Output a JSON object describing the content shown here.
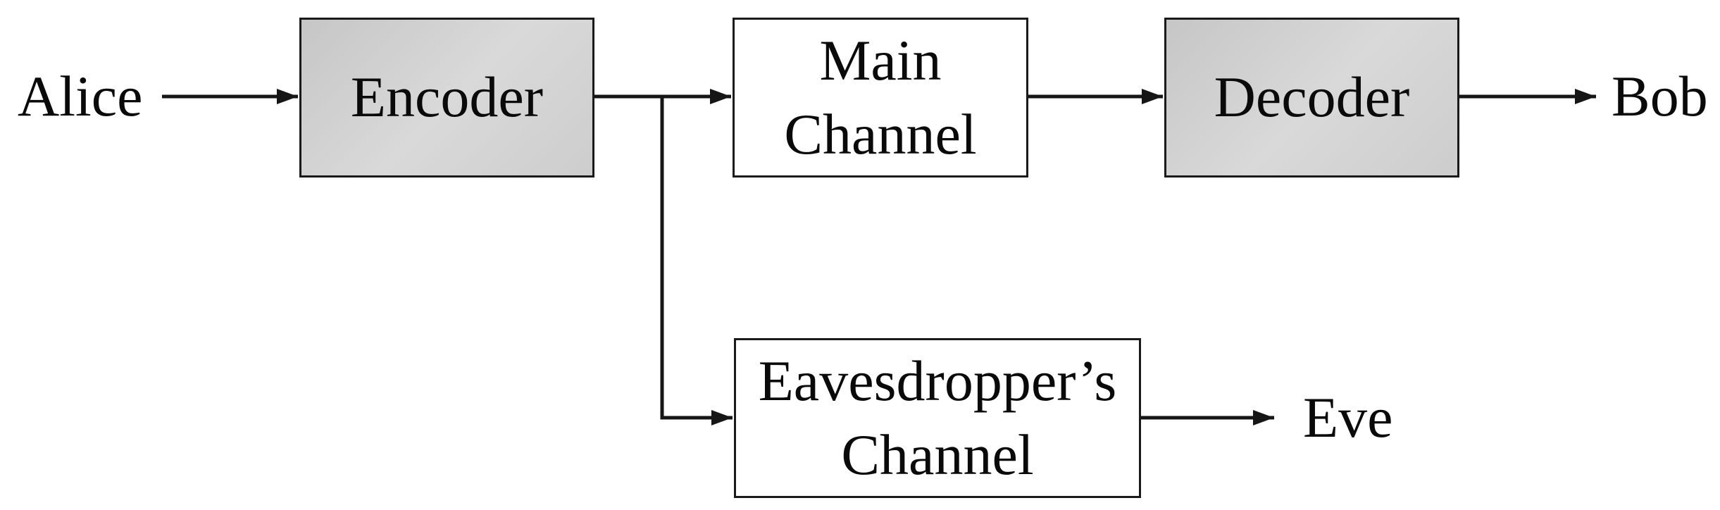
{
  "nodes": {
    "alice": {
      "label": "Alice"
    },
    "encoder": {
      "label": "Encoder"
    },
    "main_channel": {
      "line1": "Main",
      "line2": "Channel"
    },
    "decoder": {
      "label": "Decoder"
    },
    "bob": {
      "label": "Bob"
    },
    "eavesdropper_channel": {
      "line1": "Eavesdropper’s",
      "line2": "Channel"
    },
    "eve": {
      "label": "Eve"
    }
  },
  "edges": [
    {
      "from": "Alice",
      "to": "Encoder"
    },
    {
      "from": "Encoder",
      "to": "Main Channel"
    },
    {
      "from": "Encoder",
      "to": "Eavesdropper’s Channel"
    },
    {
      "from": "Main Channel",
      "to": "Decoder"
    },
    {
      "from": "Decoder",
      "to": "Bob"
    },
    {
      "from": "Eavesdropper’s Channel",
      "to": "Eve"
    }
  ],
  "colors": {
    "background": "#ffffff",
    "box_border": "#1a1a1a",
    "coder_box_fill": "#d2d2d2",
    "channel_box_fill": "#ffffff",
    "arrow": "#161616",
    "text": "#0a0a0a"
  }
}
